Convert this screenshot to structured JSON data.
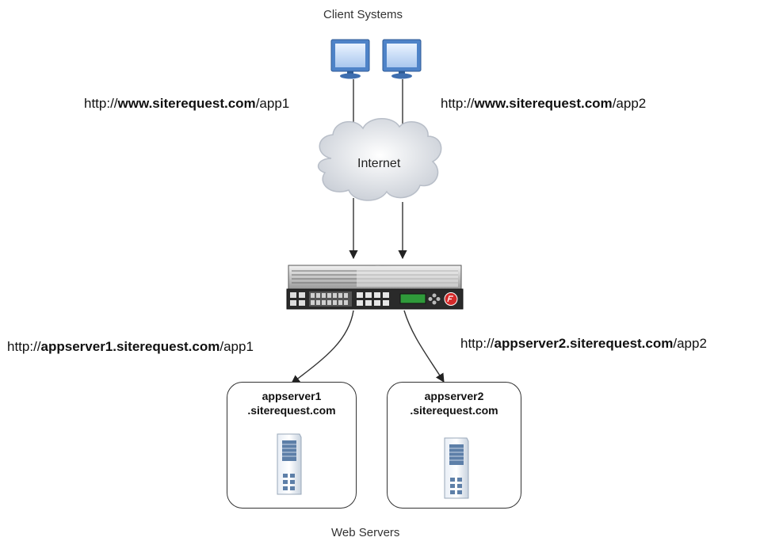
{
  "labels": {
    "clients": "Client Systems",
    "internet": "Internet",
    "web_servers": "Web Servers"
  },
  "client_urls": [
    {
      "prefix": "http://",
      "host": "www.siterequest.com",
      "path": "/app1"
    },
    {
      "prefix": "http://",
      "host": "www.siterequest.com",
      "path": "/app2"
    }
  ],
  "server_urls": [
    {
      "prefix": "http://",
      "host": "appserver1.siterequest.com",
      "path": "/app1"
    },
    {
      "prefix": "http://",
      "host": "appserver2.siterequest.com",
      "path": "/app2"
    }
  ],
  "servers": [
    {
      "line1": "appserver1",
      "line2": ".siterequest.com"
    },
    {
      "line1": "appserver2",
      "line2": ".siterequest.com"
    }
  ],
  "colors": {
    "monitor_blue": "#5b8fd4",
    "cloud_grey": "#d9dde3",
    "lcd_green": "#2f9a3a",
    "logo_red": "#d42a2a"
  }
}
